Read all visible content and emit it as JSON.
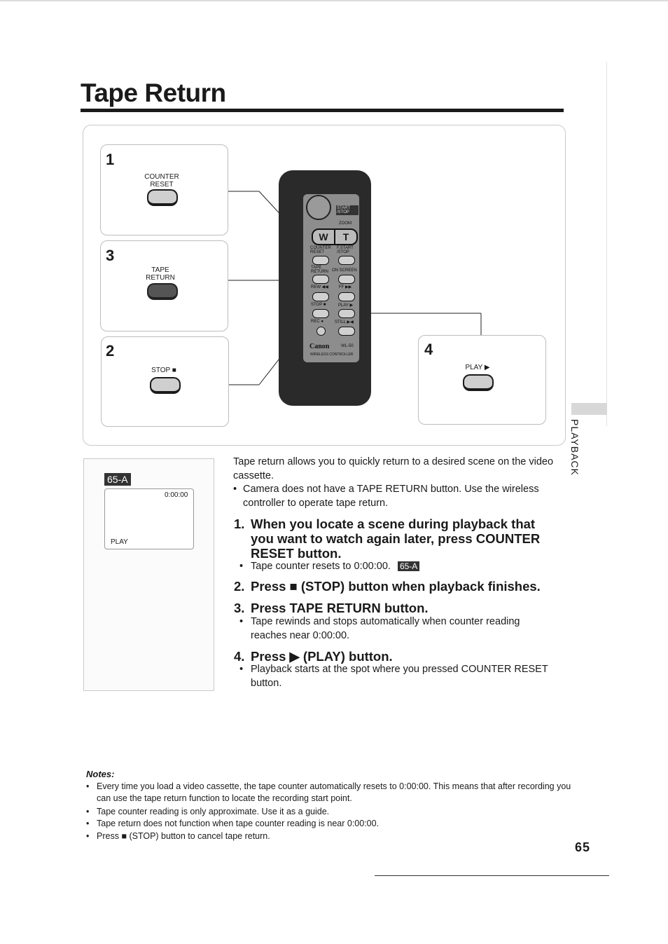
{
  "page": {
    "title": "Tape Return",
    "side_label": "PLAYBACK",
    "page_number": "65"
  },
  "diagram": {
    "steps": [
      {
        "number": "1",
        "label_lines": [
          "COUNTER",
          "RESET"
        ]
      },
      {
        "number": "3",
        "label_lines": [
          "TAPE",
          "RETURN"
        ]
      },
      {
        "number": "2",
        "label_lines": [
          "STOP ■"
        ]
      },
      {
        "number": "4",
        "label_lines": [
          "PLAY ▶"
        ]
      }
    ],
    "remote": {
      "labels": {
        "start_stop": "START /STOP",
        "zoom": "ZOOM",
        "w": "W",
        "t": "T",
        "counter_reset": "COUNTER RESET",
        "f_start_stop": "F.START /STOP",
        "tape_return": "TAPE RETURN",
        "on_screen": "ON SCREEN",
        "rew": "REW ◀◀",
        "ff": "FF ▶▶",
        "stop": "STOP ■",
        "play": "PLAY ▶",
        "rec": "REC ●",
        "still": "STILL ▶◀",
        "brand": "Canon",
        "model": "WL-50",
        "caption": "WIRELESS CONTROLLER"
      }
    }
  },
  "screen": {
    "badge": "65-A",
    "counter": "0:00:00",
    "mode": "PLAY"
  },
  "content": {
    "intro": "Tape return allows you to quickly return to a desired scene on the video cassette.",
    "intro_bullet": "Camera does not have a TAPE RETURN button.  Use the wireless controller to operate tape return.",
    "steps": [
      {
        "num": "1.",
        "heading": "When you locate a scene during playback that you want to watch again later, press COUNTER RESET button.",
        "bullet": "Tape counter resets to 0:00:00.",
        "bullet_badge": "65-A"
      },
      {
        "num": "2.",
        "heading": "Press ■ (STOP) button when playback finishes."
      },
      {
        "num": "3.",
        "heading": "Press TAPE RETURN button.",
        "bullet": "Tape rewinds and stops automatically when counter reading reaches near 0:00:00."
      },
      {
        "num": "4.",
        "heading": "Press ▶ (PLAY) button.",
        "bullet": "Playback starts at the spot where you pressed COUNTER RESET button."
      }
    ]
  },
  "notes": {
    "title": "Notes:",
    "items": [
      "Every time you load a video cassette, the tape counter automatically resets to 0:00:00.  This means that after recording you can use the tape return function to locate the recording start point.",
      "Tape counter reading is only approximate.  Use it as a guide.",
      "Tape return does not function when tape counter reading is near 0:00:00.",
      "Press ■ (STOP) button to cancel tape return."
    ]
  }
}
